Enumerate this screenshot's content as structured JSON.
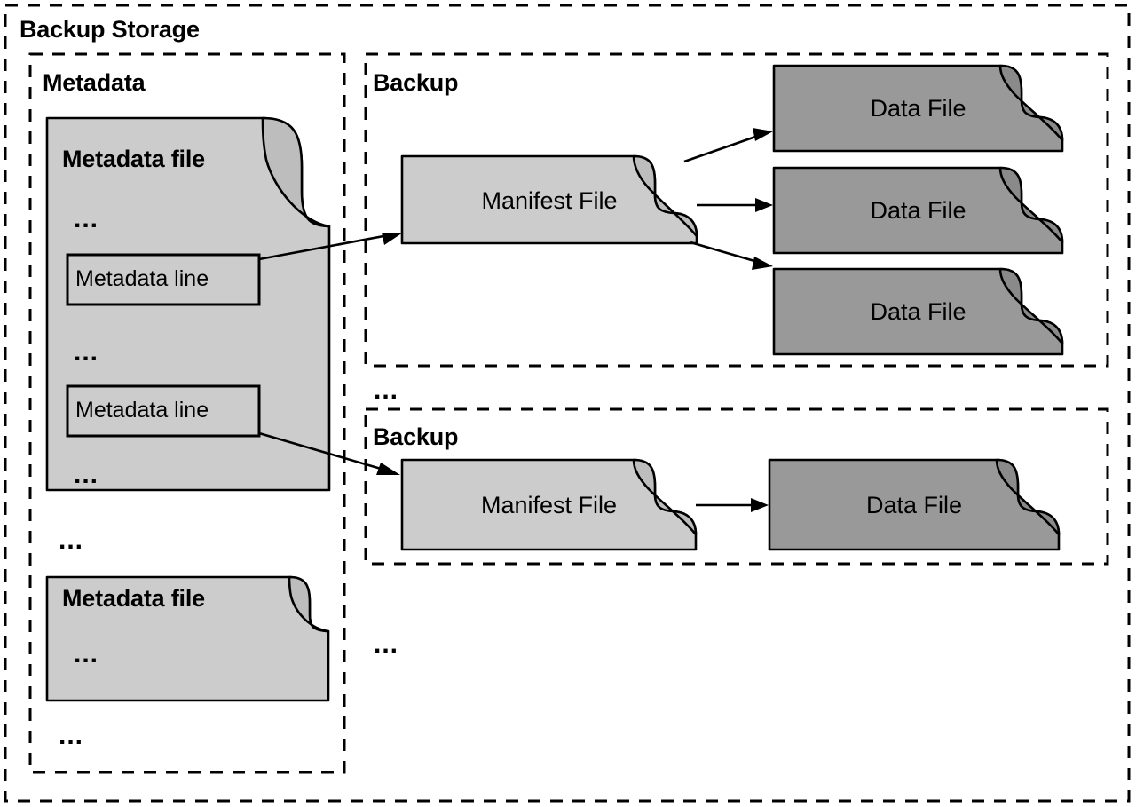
{
  "diagram": {
    "type": "block-diagram",
    "title": "Backup Storage",
    "colors": {
      "background": "#ffffff",
      "container_border": "#000000",
      "light_file_fill": "#cccccc",
      "dark_file_fill": "#999999",
      "fold_fill": "#bdbdbd",
      "dark_fold_fill": "#8a8a8a",
      "text": "#000000"
    },
    "containers": {
      "root": {
        "label": "Backup Storage",
        "style": "dashed"
      },
      "metadata": {
        "label": "Metadata",
        "style": "dashed"
      },
      "backup_1": {
        "label": "Backup",
        "style": "dashed"
      },
      "backup_2": {
        "label": "Backup",
        "style": "dashed"
      }
    },
    "ellipsis": "...",
    "metadata_section": {
      "label": "Metadata",
      "file_1": {
        "title": "Metadata file",
        "rows": [
          {
            "kind": "ellipsis",
            "text": "..."
          },
          {
            "kind": "line",
            "text": "Metadata line"
          },
          {
            "kind": "ellipsis",
            "text": "..."
          },
          {
            "kind": "line",
            "text": "Metadata line"
          },
          {
            "kind": "ellipsis",
            "text": "..."
          }
        ]
      },
      "between_files_ellipsis": "...",
      "file_2": {
        "title": "Metadata file",
        "rows": [
          {
            "kind": "ellipsis",
            "text": "..."
          }
        ]
      },
      "trailing_ellipsis": "..."
    },
    "backup_section_1": {
      "label": "Backup",
      "manifest": {
        "title": "Manifest File"
      },
      "data_files": [
        {
          "title": "Data File"
        },
        {
          "title": "Data File"
        },
        {
          "title": "Data File"
        }
      ]
    },
    "between_backups_ellipsis": "...",
    "backup_section_2": {
      "label": "Backup",
      "manifest": {
        "title": "Manifest File"
      },
      "data_files": [
        {
          "title": "Data File"
        }
      ]
    },
    "trailing_backups_ellipsis": "...",
    "edges": [
      {
        "from": "metadata-line-1",
        "to": "manifest-file-1",
        "style": "arrow"
      },
      {
        "from": "metadata-line-2",
        "to": "manifest-file-2",
        "style": "arrow"
      },
      {
        "from": "manifest-file-1",
        "to": "data-file-1-1",
        "style": "arrow"
      },
      {
        "from": "manifest-file-1",
        "to": "data-file-1-2",
        "style": "arrow"
      },
      {
        "from": "manifest-file-1",
        "to": "data-file-1-3",
        "style": "arrow"
      },
      {
        "from": "manifest-file-2",
        "to": "data-file-2-1",
        "style": "arrow"
      }
    ]
  }
}
